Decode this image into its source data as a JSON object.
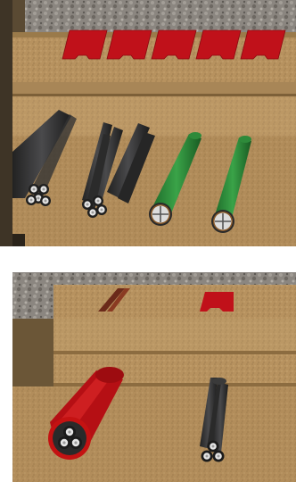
{
  "scenes": [
    {
      "id": "cable-trench-multiple-cables",
      "warning_tiles": 5,
      "cable_groups": [
        {
          "type": "triplex",
          "jacket_color": "#3b3b3d"
        },
        {
          "type": "triplex",
          "jacket_color": "#3b3b3d"
        },
        {
          "type": "triplex",
          "jacket_color": "#3b3b3d"
        },
        {
          "type": "single-core",
          "jacket_color": "#2e8a3a"
        },
        {
          "type": "single-core",
          "jacket_color": "#2e8a3a"
        }
      ]
    },
    {
      "id": "cable-trench-duct-and-cable",
      "warning_tiles": 1,
      "cable_groups": [
        {
          "type": "triplex-in-duct",
          "jacket_color": "#3b3b3d",
          "duct_color": "#c41212"
        },
        {
          "type": "triplex",
          "jacket_color": "#3b3b3d"
        }
      ]
    }
  ],
  "colors": {
    "gravel": "#8a8278",
    "sand": "#b89462",
    "sand_dark": "#9c7a4c",
    "warning_tile": "#c0111a",
    "trench_wall": "#6f5a3c"
  }
}
